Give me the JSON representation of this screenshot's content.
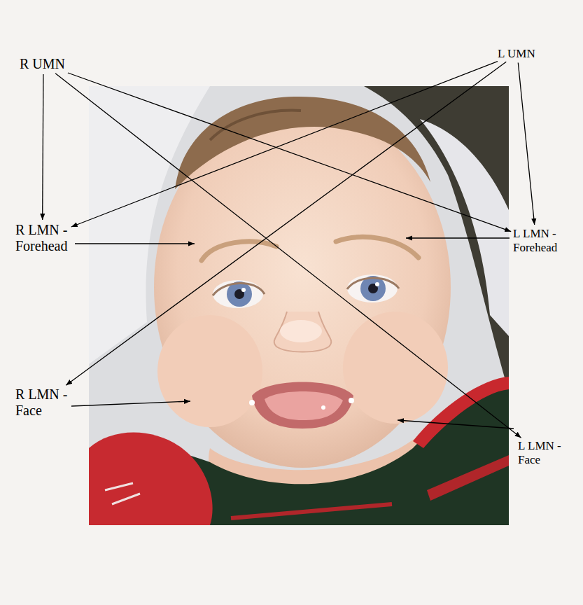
{
  "diagram": {
    "nodes": [
      {
        "text": [
          "R UMN"
        ]
      },
      {
        "text": [
          "L UMN"
        ]
      },
      {
        "text": [
          "R LMN - Forehead"
        ]
      },
      {
        "text": [
          "L LMN - Forehead"
        ]
      },
      {
        "text": [
          "R LMN - Face"
        ]
      },
      {
        "text": [
          "L LMN - Face"
        ]
      }
    ],
    "edges": [
      {
        "from": 0,
        "to": 2,
        "arrow": "to"
      },
      {
        "from": 0,
        "to": 3,
        "arrow": "to"
      },
      {
        "from": 0,
        "to": 5,
        "arrow": "to"
      },
      {
        "from": 1,
        "to": 2,
        "arrow": "to"
      },
      {
        "from": 1,
        "to": 3,
        "arrow": "to"
      },
      {
        "from": 1,
        "to": 4,
        "arrow": "to"
      }
    ]
  }
}
